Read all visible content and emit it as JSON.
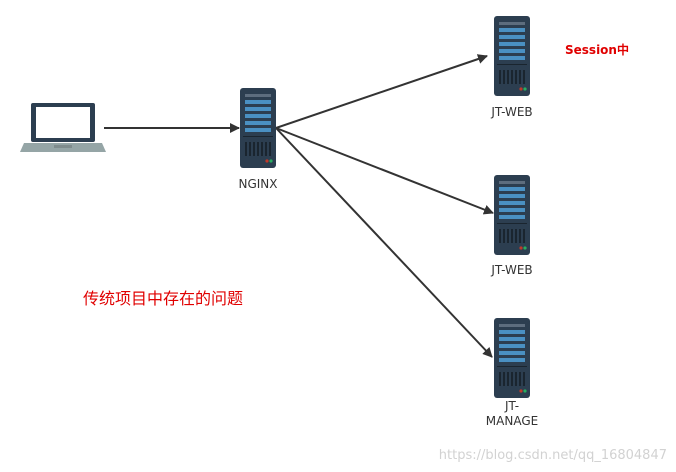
{
  "nodes": {
    "client": {
      "icon": "laptop-icon"
    },
    "nginx": {
      "label": "NGINX",
      "icon": "server-icon"
    },
    "web1": {
      "label": "JT-WEB",
      "icon": "server-icon",
      "note": "Session中"
    },
    "web2": {
      "label": "JT-WEB",
      "icon": "server-icon"
    },
    "manage": {
      "label_line1": "JT-",
      "label_line2": "MANAGE",
      "icon": "server-icon"
    }
  },
  "caption": "传统项目中存在的问题",
  "watermark": "https://blog.csdn.net/qq_16804847",
  "colors": {
    "arrow": "#333333",
    "server_body": "#2c3e50",
    "server_stripe": "#4a90c2",
    "laptop_screen": "#2c3e50",
    "laptop_base": "#95a5a6",
    "note_text": "#e00000"
  }
}
